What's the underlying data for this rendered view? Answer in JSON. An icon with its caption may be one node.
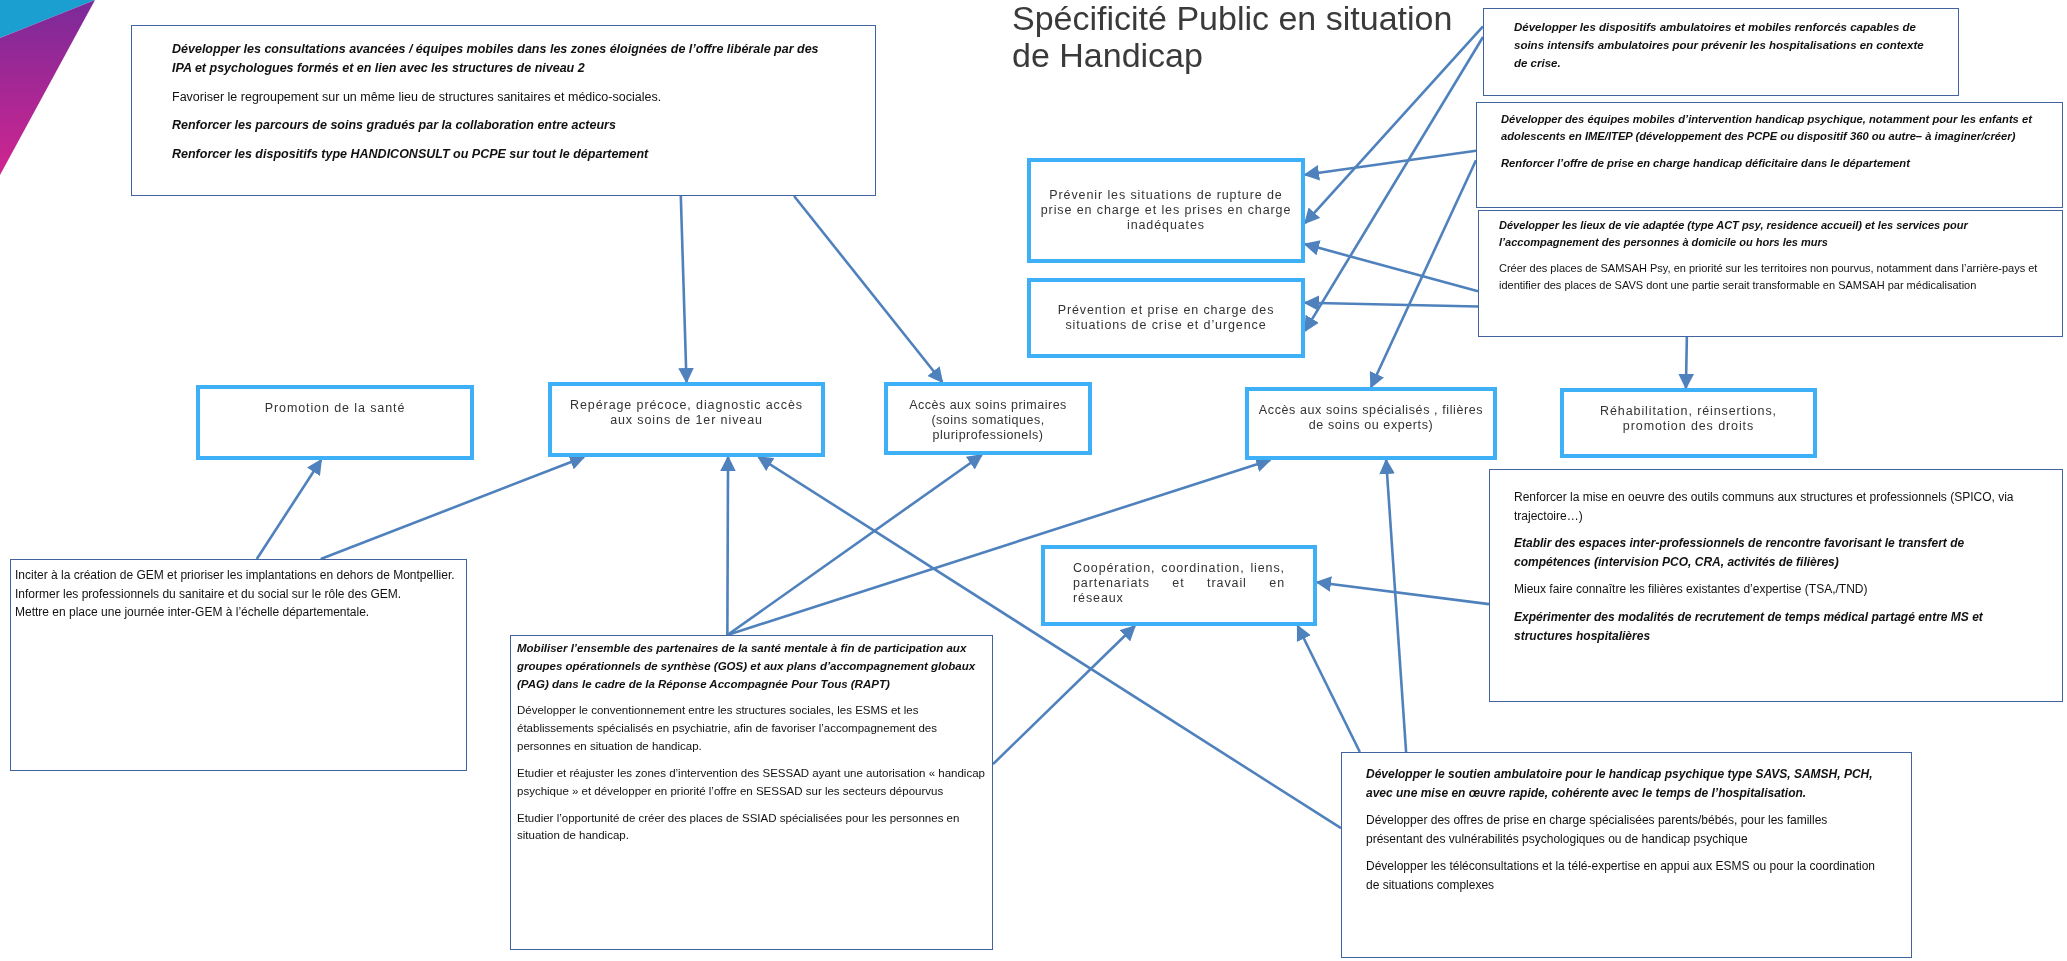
{
  "diagram": {
    "title": "Spécificité Public en situation de Handicap",
    "nodes": [
      {
        "text": [
          "Développer les consultations avancées / équipes mobiles dans les zones éloignées de l’offre libérale par des IPA et psychologues formés et en lien avec les structures de niveau 2",
          "Favoriser le regroupement sur un même lieu de structures sanitaires et médico-sociales.",
          "Renforcer les parcours de soins gradués par la collaboration entre acteurs",
          "Renforcer les dispositifs type HANDICONSULT ou PCPE sur tout le département"
        ]
      },
      {
        "text": [
          "Développer les dispositifs ambulatoires et mobiles renforcés capables de soins intensifs ambulatoires pour prévenir les hospitalisations en contexte de crise."
        ]
      },
      {
        "text": [
          "Développer des équipes mobiles d’intervention handicap psychique, notamment pour les enfants et adolescents en IME/ITEP (développement des PCPE ou dispositif 360 ou autre– à imaginer/créer)",
          "Renforcer l’offre de prise en charge handicap déficitaire dans le département"
        ]
      },
      {
        "text": [
          "Développer les lieux de vie adaptée (type ACT psy, residence accueil) et les services pour l’accompagnement des personnes à domicile ou hors les murs",
          "Créer des places de SAMSAH Psy, en priorité sur les territoires non pourvus, notamment dans l’arrière-pays et identifier des places de SAVS dont une partie serait transformable en SAMSAH par médicalisation"
        ]
      },
      {
        "text": [
          "Prévenir les situations de rupture de prise en charge et les prises en charge inadéquates"
        ]
      },
      {
        "text": [
          "Prévention et prise en charge des situations de crise et d’urgence"
        ]
      },
      {
        "text": [
          "Promotion de la santé"
        ]
      },
      {
        "text": [
          "Repérage précoce, diagnostic accès aux soins de 1er niveau"
        ]
      },
      {
        "text": [
          "Accès aux soins primaires (soins somatiques, pluriprofessionels)"
        ]
      },
      {
        "text": [
          "Accès aux soins spécialisés , filières de soins ou experts)"
        ]
      },
      {
        "text": [
          "Réhabilitation, réinsertions, promotion des droits"
        ]
      },
      {
        "text": [
          "Renforcer la mise en oeuvre des outils communs aux structures et professionnels (SPICO, via trajectoire…)",
          "Etablir des espaces inter-professionnels de rencontre favorisant le transfert de compétences (intervision PCO, CRA, activités de filières)",
          "Mieux faire connaître les filières existantes d’expertise (TSA,/TND)",
          "Expérimenter des modalités de recrutement de temps médical partagé entre MS et structures hospitalières"
        ]
      },
      {
        "text": [
          "Coopération, coordination, liens, partenariats et travail en réseaux"
        ]
      },
      {
        "text": [
          "Inciter à la création de GEM et prioriser les implantations en dehors de Montpellier.",
          "Informer les professionnels du sanitaire et du social sur le rôle des GEM.",
          "Mettre en place une journée inter-GEM à l’échelle départementale."
        ]
      },
      {
        "text": [
          "Mobiliser l’ensemble des partenaires de la santé mentale à fin de participation aux groupes opérationnels de synthèse (GOS) et aux plans d’accompagnement globaux (PAG) dans le cadre de la Réponse Accompagnée Pour Tous (RAPT)",
          "Développer le conventionnement entre les structures sociales, les ESMS et les établissements spécialisés en psychiatrie, afin de favoriser l’accompagnement des personnes en situation de handicap.",
          "Etudier et réajuster les zones d’intervention des SESSAD ayant une autorisation « handicap psychique » et développer en priorité l’offre en SESSAD sur les secteurs dépourvus",
          "Etudier l’opportunité de créer des places de SSIAD spécialisées pour les personnes en situation de handicap."
        ]
      },
      {
        "text": [
          "Développer le soutien ambulatoire pour le handicap psychique type SAVS, SAMSH, PCH, avec une mise en œuvre rapide, cohérente avec le temps de l’hospitalisation.",
          "Développer des offres de prise en charge spécialisées parents/bébés, pour les familles présentant des vulnérabilités psychologiques ou de handicap psychique",
          "Développer les téléconsultations et la télé-expertise en appui aux ESMS ou pour la coordination de situations complexes"
        ]
      }
    ],
    "edges": [
      {
        "from": 1,
        "to": 4,
        "arrow": "to"
      },
      {
        "from": 1,
        "to": 5,
        "arrow": "to"
      },
      {
        "from": 2,
        "to": 4,
        "arrow": "to"
      },
      {
        "from": 2,
        "to": 9,
        "arrow": "to"
      },
      {
        "from": 3,
        "to": 4,
        "arrow": "to"
      },
      {
        "from": 3,
        "to": 5,
        "arrow": "to"
      },
      {
        "from": 3,
        "to": 10,
        "arrow": "to"
      },
      {
        "from": 0,
        "to": 7,
        "arrow": "to"
      },
      {
        "from": 0,
        "to": 8,
        "arrow": "to"
      },
      {
        "from": 13,
        "to": 6,
        "arrow": "to"
      },
      {
        "from": 13,
        "to": 7,
        "arrow": "to"
      },
      {
        "from": 14,
        "to": 7,
        "arrow": "to"
      },
      {
        "from": 14,
        "to": 8,
        "arrow": "to"
      },
      {
        "from": 14,
        "to": 9,
        "arrow": "to"
      },
      {
        "from": 14,
        "to": 12,
        "arrow": "to"
      },
      {
        "from": 15,
        "to": 7,
        "arrow": "to"
      },
      {
        "from": 15,
        "to": 12,
        "arrow": "to"
      },
      {
        "from": 15,
        "to": 9,
        "arrow": "to"
      },
      {
        "from": 11,
        "to": 12,
        "arrow": "to"
      }
    ]
  }
}
